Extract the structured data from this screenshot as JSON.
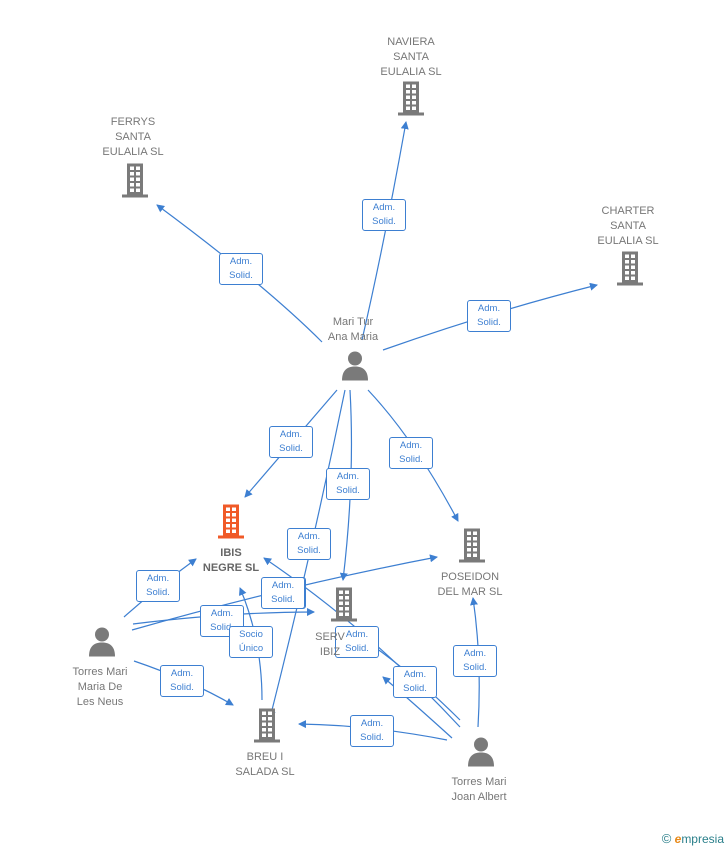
{
  "nodes": [
    {
      "id": "naviera",
      "type": "company",
      "label": "NAVIERA\nSANTA\nEULALIA  SL",
      "highlight": false
    },
    {
      "id": "ferrys",
      "type": "company",
      "label": "FERRYS\nSANTA\nEULALIA SL",
      "highlight": false
    },
    {
      "id": "charter",
      "type": "company",
      "label": "CHARTER\nSANTA\nEULALIA SL",
      "highlight": false
    },
    {
      "id": "mari_tur",
      "type": "person",
      "label": "Mari Tur\nAna Maria",
      "highlight": false
    },
    {
      "id": "ibis",
      "type": "company",
      "label": "IBIS\nNEGRE  SL",
      "highlight": true
    },
    {
      "id": "poseidon",
      "type": "company",
      "label": "POSEIDON\nDEL MAR SL",
      "highlight": false
    },
    {
      "id": "serv",
      "type": "company",
      "label": "SERV\nIBIZ",
      "highlight": false
    },
    {
      "id": "torres_maria",
      "type": "person",
      "label": "Torres Mari\nMaria De\nLes Neus",
      "highlight": false
    },
    {
      "id": "breu",
      "type": "company",
      "label": "BREU I\nSALADA  SL",
      "highlight": false
    },
    {
      "id": "torres_joan",
      "type": "person",
      "label": "Torres Mari\nJoan Albert",
      "highlight": false
    }
  ],
  "edges": [
    {
      "from": "mari_tur",
      "to": "naviera",
      "label": "Adm.\nSolid."
    },
    {
      "from": "mari_tur",
      "to": "ferrys",
      "label": "Adm.\nSolid."
    },
    {
      "from": "mari_tur",
      "to": "charter",
      "label": "Adm.\nSolid."
    },
    {
      "from": "mari_tur",
      "to": "ibis",
      "label": "Adm.\nSolid."
    },
    {
      "from": "mari_tur",
      "to": "serv",
      "label": "Adm.\nSolid."
    },
    {
      "from": "mari_tur",
      "to": "poseidon",
      "label": "Adm.\nSolid."
    },
    {
      "from": "mari_tur",
      "to": "breu",
      "label": "Adm.\nSolid."
    },
    {
      "from": "torres_maria",
      "to": "ibis",
      "label": "Adm.\nSolid."
    },
    {
      "from": "torres_maria",
      "to": "poseidon",
      "label": "Adm.\nSolid."
    },
    {
      "from": "torres_maria",
      "to": "serv",
      "label": "Adm.\nSolid."
    },
    {
      "from": "torres_maria",
      "to": "breu",
      "label": "Adm.\nSolid."
    },
    {
      "from": "breu",
      "to": "ibis",
      "label": "Socio\nÚnico"
    },
    {
      "from": "torres_joan",
      "to": "ibis",
      "label": "Adm.\nSolid."
    },
    {
      "from": "torres_joan",
      "to": "serv",
      "label": "Adm.\nSolid."
    },
    {
      "from": "torres_joan",
      "to": "poseidon",
      "label": "Adm.\nSolid."
    },
    {
      "from": "torres_joan",
      "to": "breu",
      "label": "Adm.\nSolid."
    },
    {
      "from": "torres_joan",
      "to": "serv",
      "label": "Adm.\nSolid."
    }
  ],
  "colors": {
    "edge": "#3d7fd1",
    "node": "#7a7a7a",
    "highlight": "#f05a28"
  },
  "brand": {
    "copyright": "©",
    "initial": "e",
    "name": "mpresia"
  }
}
